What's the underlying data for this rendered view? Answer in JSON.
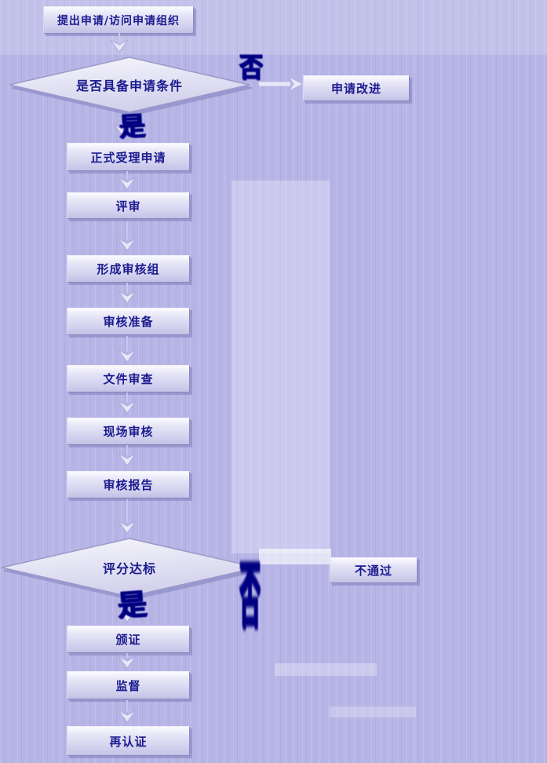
{
  "colors": {
    "background": "#b7b5e6",
    "box_fill_top": "#fbfbff",
    "box_fill_bottom": "#c3c1e6",
    "box_text": "#1b1b8f",
    "branch_glyph": "#000082",
    "shadow": "#807ebc"
  },
  "flowchart": {
    "type": "flowchart",
    "branch_labels": {
      "yes": "是",
      "no": "否"
    },
    "nodes": [
      {
        "id": "start",
        "type": "process",
        "label": "提出申请/访问申请组织"
      },
      {
        "id": "decision1",
        "type": "decision",
        "label": "是否具备申请条件"
      },
      {
        "id": "improve",
        "type": "process",
        "label": "申请改进"
      },
      {
        "id": "accept",
        "type": "process",
        "label": "正式受理申请"
      },
      {
        "id": "review",
        "type": "process",
        "label": "评审"
      },
      {
        "id": "team",
        "type": "process",
        "label": "形成审核组"
      },
      {
        "id": "prepare",
        "type": "process",
        "label": "审核准备"
      },
      {
        "id": "docreview",
        "type": "process",
        "label": "文件审查"
      },
      {
        "id": "onsite",
        "type": "process",
        "label": "现场审核"
      },
      {
        "id": "report",
        "type": "process",
        "label": "审核报告"
      },
      {
        "id": "decision2",
        "type": "decision",
        "label": "评分达标"
      },
      {
        "id": "fail",
        "type": "process",
        "label": "不通过"
      },
      {
        "id": "certify",
        "type": "process",
        "label": "颁证"
      },
      {
        "id": "supervise",
        "type": "process",
        "label": "监督"
      },
      {
        "id": "recert",
        "type": "process",
        "label": "再认证"
      }
    ],
    "edges": [
      {
        "from": "start",
        "to": "decision1",
        "label": ""
      },
      {
        "from": "decision1",
        "to": "improve",
        "label": "否"
      },
      {
        "from": "decision1",
        "to": "accept",
        "label": "是"
      },
      {
        "from": "accept",
        "to": "review",
        "label": ""
      },
      {
        "from": "review",
        "to": "team",
        "label": ""
      },
      {
        "from": "team",
        "to": "prepare",
        "label": ""
      },
      {
        "from": "prepare",
        "to": "docreview",
        "label": ""
      },
      {
        "from": "docreview",
        "to": "onsite",
        "label": ""
      },
      {
        "from": "onsite",
        "to": "report",
        "label": ""
      },
      {
        "from": "report",
        "to": "decision2",
        "label": ""
      },
      {
        "from": "decision2",
        "to": "fail",
        "label": "否"
      },
      {
        "from": "decision2",
        "to": "certify",
        "label": "是"
      },
      {
        "from": "certify",
        "to": "supervise",
        "label": ""
      },
      {
        "from": "supervise",
        "to": "recert",
        "label": ""
      }
    ]
  }
}
